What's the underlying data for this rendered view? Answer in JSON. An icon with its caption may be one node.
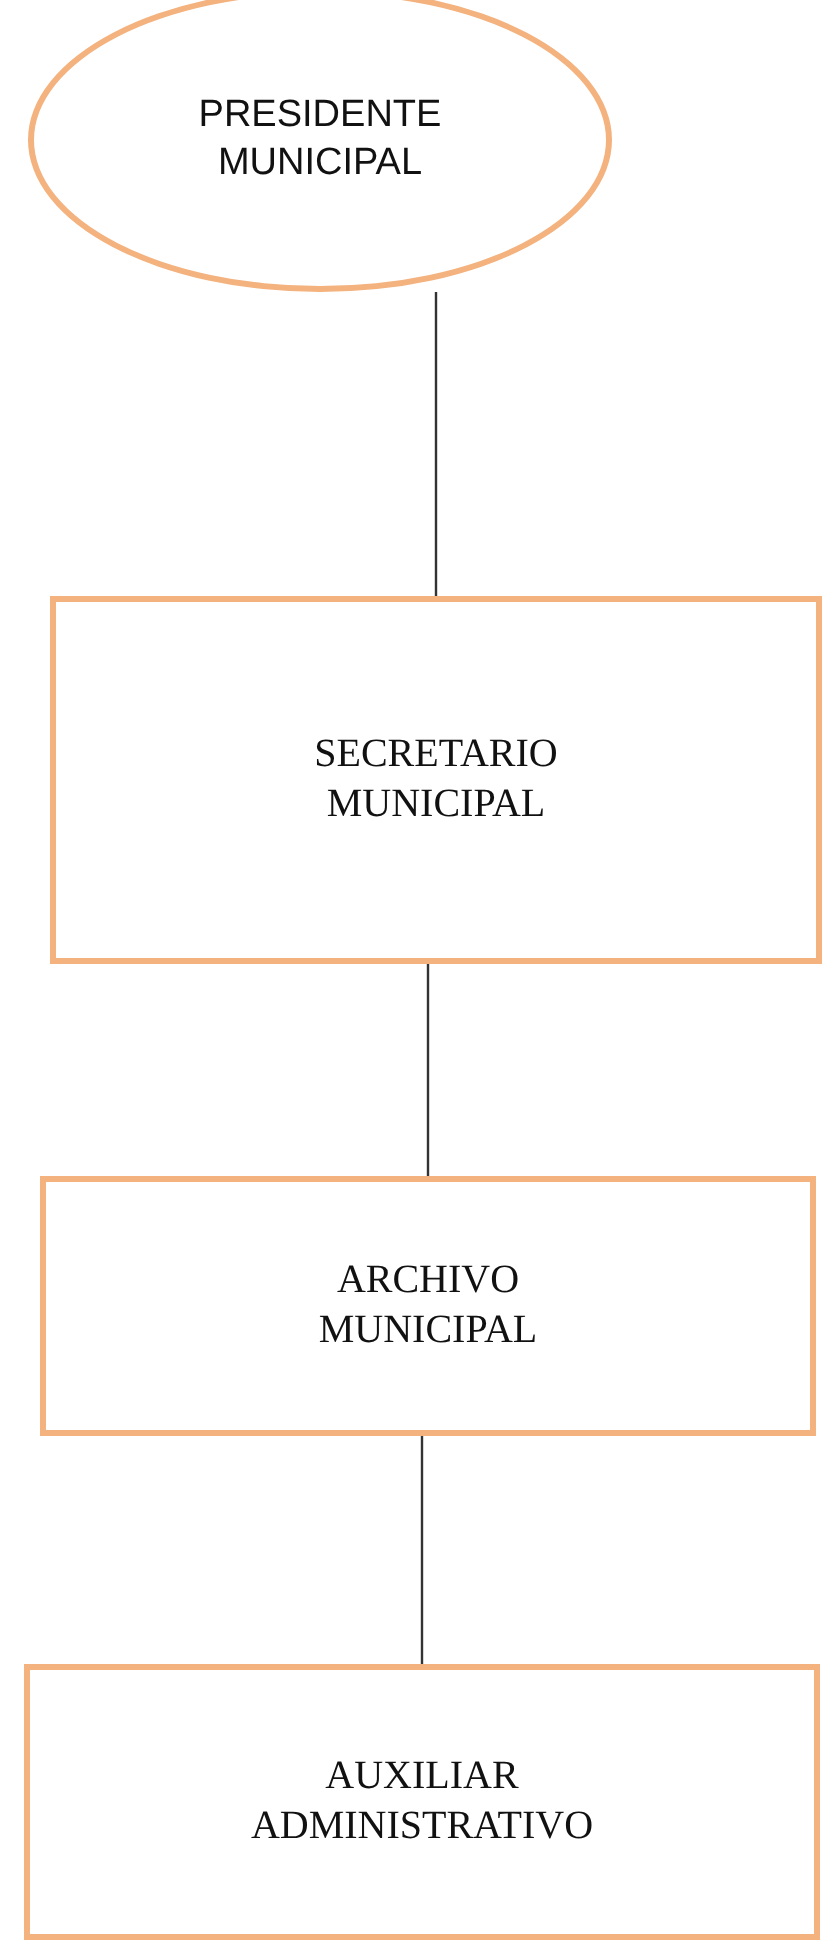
{
  "diagram": {
    "nodes": [
      {
        "text": [
          "PRESIDENTE MUNICIPAL"
        ]
      },
      {
        "text": [
          "SECRETARIO MUNICIPAL"
        ]
      },
      {
        "text": [
          "ARCHIVO MUNICIPAL"
        ]
      },
      {
        "text": [
          "AUXILIAR ADMINISTRATIVO"
        ]
      }
    ],
    "edges": [
      {
        "from": 0,
        "to": 1,
        "arrow": "none"
      },
      {
        "from": 1,
        "to": 2,
        "arrow": "none"
      },
      {
        "from": 2,
        "to": 3,
        "arrow": "none"
      }
    ]
  }
}
